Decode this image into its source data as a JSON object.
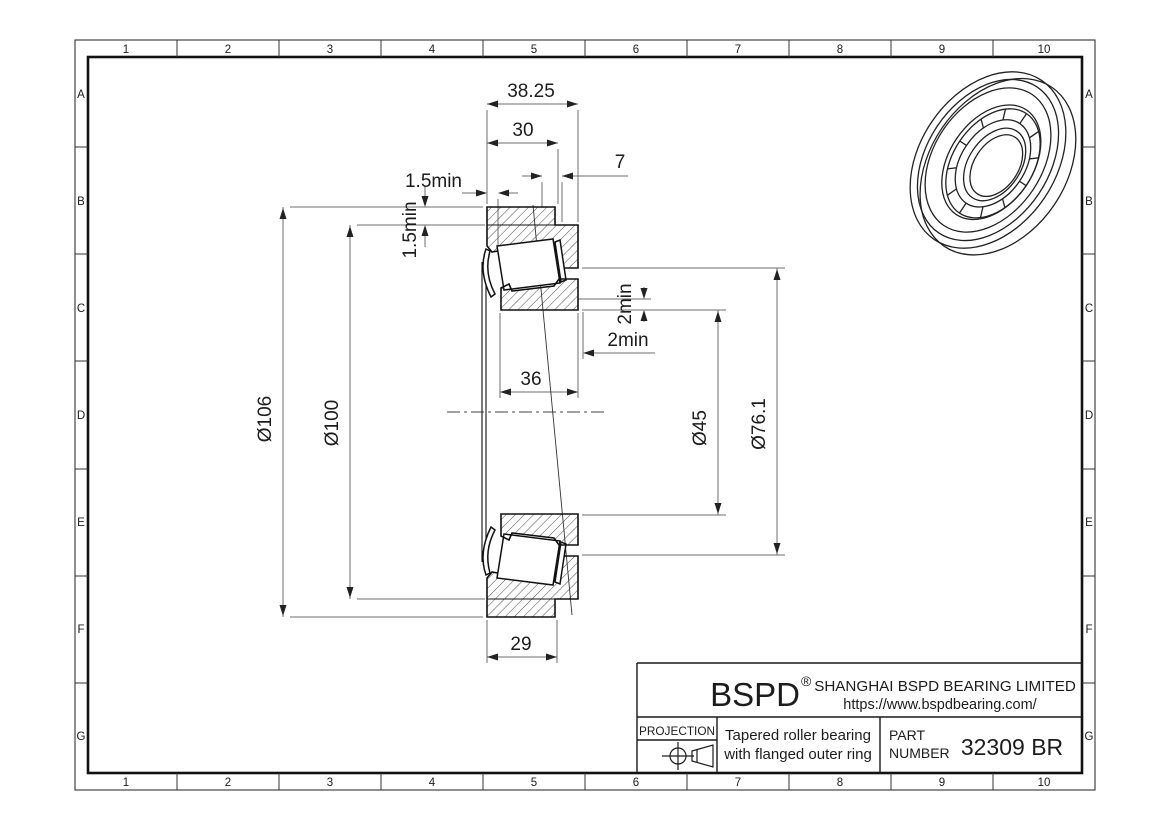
{
  "frame": {
    "columns": [
      "1",
      "2",
      "3",
      "4",
      "5",
      "6",
      "7",
      "8",
      "9",
      "10"
    ],
    "rows": [
      "A",
      "B",
      "C",
      "D",
      "E",
      "F",
      "G"
    ]
  },
  "drawing": {
    "dims": {
      "overall_width": "38.25",
      "outer_ring_width": "30",
      "flange_offset": "7",
      "lip_min_h": "1.5min",
      "lip_min_v": "1.5min",
      "backing_min_v": "2min",
      "backing_min_h": "2min",
      "inner_ring_width": "36",
      "flange_face_width": "29",
      "flange_diameter": "Ø106",
      "outer_diameter": "Ø100",
      "bore_diameter": "Ø45",
      "cup_race_diameter": "Ø76.1"
    }
  },
  "title_block": {
    "logo": "BSPD",
    "registered_mark": "®",
    "company_name": "SHANGHAI BSPD BEARING LIMITED",
    "website": "https://www.bspdbearing.com/",
    "projection_label": "PROJECTION",
    "description_line1": "Tapered roller bearing",
    "description_line2": "with flanged outer ring",
    "part_label_line1": "PART",
    "part_label_line2": "NUMBER",
    "part_number": "32309 BR"
  }
}
